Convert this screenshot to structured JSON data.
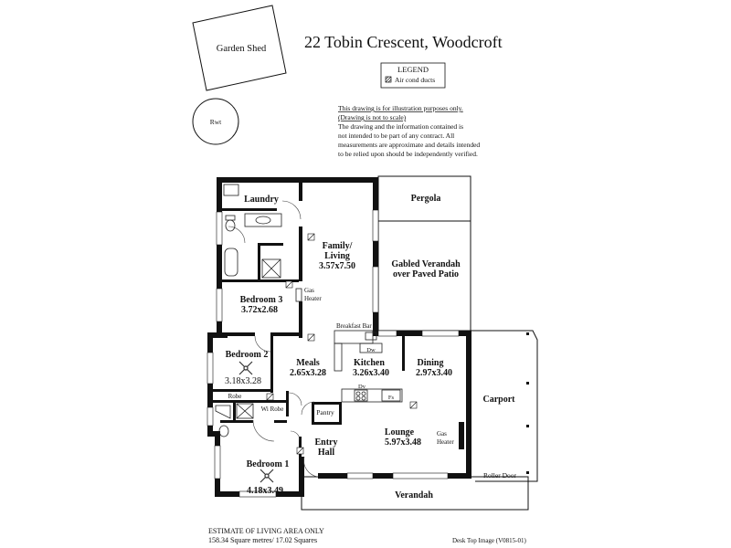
{
  "title": "22 Tobin Crescent,  Woodcroft",
  "legend": {
    "heading": "LEGEND",
    "item": "Air cond ducts"
  },
  "disclaimer": {
    "line1": "This drawing is for illustration purposes only.",
    "line2": "(Drawing is not to scale)",
    "line3": "The drawing and the information contained is",
    "line4": "not intended to be part of any contract.  All",
    "line5": "measurements are approximate and details intended",
    "line6": "to be relied upon should be independently verified."
  },
  "outbuildings": {
    "garden_shed": "Garden Shed",
    "rwt": "Rwt"
  },
  "rooms": {
    "laundry": "Laundry",
    "family_name": "Family/",
    "family_name2": "Living",
    "family_dim": "3.57x7.50",
    "pergola": "Pergola",
    "verandah_gabled1": "Gabled Verandah",
    "verandah_gabled2": "over Paved Patio",
    "bedroom3_name": "Bedroom 3",
    "bedroom3_dim": "3.72x2.68",
    "gas_heater_top1": "Gas",
    "gas_heater_top2": "Heater",
    "breakfast_bar": "Breakfast Bar",
    "dw": "Dw",
    "bedroom2_name": "Bedroom 2",
    "bedroom2_dim": "3.18x3.28",
    "meals_name": "Meals",
    "meals_dim": "2.65x3.28",
    "kitchen_name": "Kitchen",
    "kitchen_dim": "3.26x3.40",
    "dining_name": "Dining",
    "dining_dim": "2.97x3.40",
    "carport": "Carport",
    "robe": "Robe",
    "wi_robe": "Wi Robe",
    "pantry": "Pantry",
    "dv": "Dv",
    "fs": "Fs",
    "lounge_name": "Lounge",
    "lounge_dim": "5.97x3.48",
    "gas_heater_lounge1": "Gas",
    "gas_heater_lounge2": "Heater",
    "entry1": "Entry",
    "entry2": "Hall",
    "bedroom1_name": "Bedroom 1",
    "bedroom1_dim": "4.18x3.49",
    "roller_door": "Roller Door",
    "verandah": "Verandah"
  },
  "footer": {
    "estimate_label": "ESTIMATE OF LIVING AREA ONLY",
    "area": "158.34  Square metres/ 17.02 Squares",
    "credit": "Desk Top Image  (V0815-01)"
  }
}
